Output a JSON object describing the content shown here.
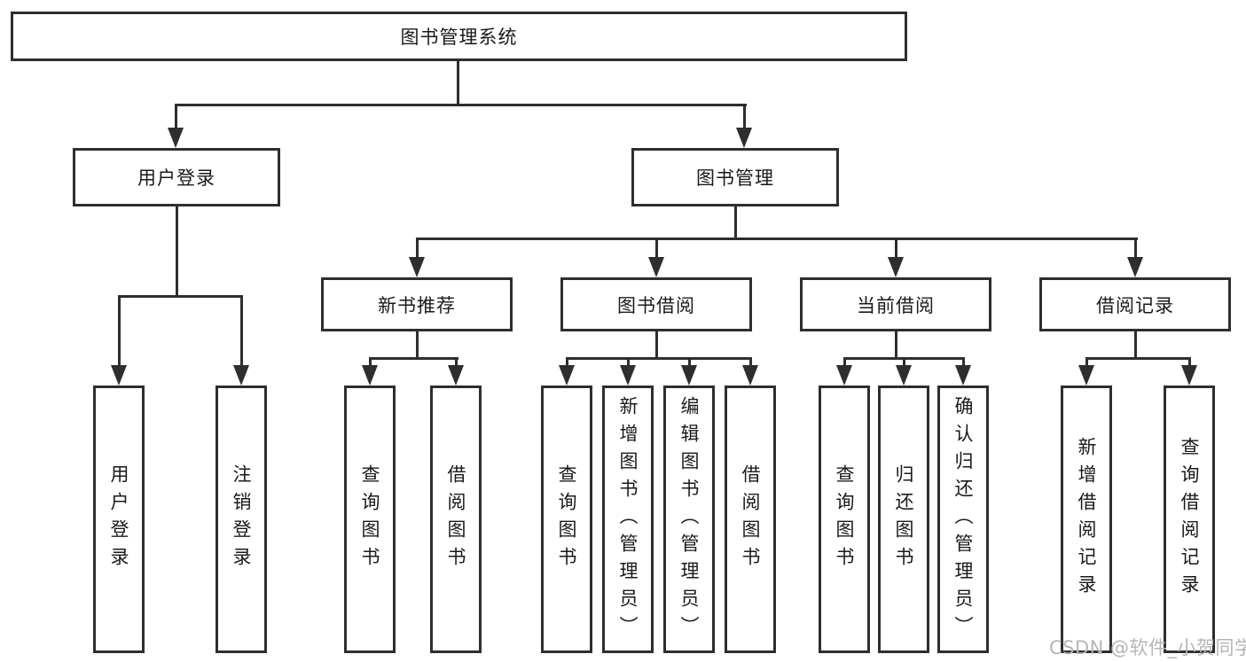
{
  "diagram": {
    "type": "hierarchy-diagram",
    "title": "图书管理系统",
    "colors": {
      "line": "#2e2e2e",
      "text": "#1a1a1a",
      "background": "#ffffff",
      "watermark_text_color": "#b5b5b5"
    },
    "tree": {
      "label": "图书管理系统",
      "children": [
        {
          "label": "用户登录",
          "children": [
            {
              "label": "用户登录"
            },
            {
              "label": "注销登录"
            }
          ]
        },
        {
          "label": "图书管理",
          "children": [
            {
              "label": "新书推荐",
              "children": [
                {
                  "label": "查询图书"
                },
                {
                  "label": "借阅图书"
                }
              ]
            },
            {
              "label": "图书借阅",
              "children": [
                {
                  "label": "查询图书"
                },
                {
                  "label": "新增图书（管理员）"
                },
                {
                  "label": "编辑图书（管理员）"
                },
                {
                  "label": "借阅图书"
                }
              ]
            },
            {
              "label": "当前借阅",
              "children": [
                {
                  "label": "查询图书"
                },
                {
                  "label": "归还图书"
                },
                {
                  "label": "确认归还（管理员）"
                }
              ]
            },
            {
              "label": "借阅记录",
              "children": [
                {
                  "label": "新增借阅记录"
                },
                {
                  "label": "查询借阅记录"
                }
              ]
            }
          ]
        }
      ]
    },
    "watermark": "CSDN @软件_小贺同学"
  }
}
